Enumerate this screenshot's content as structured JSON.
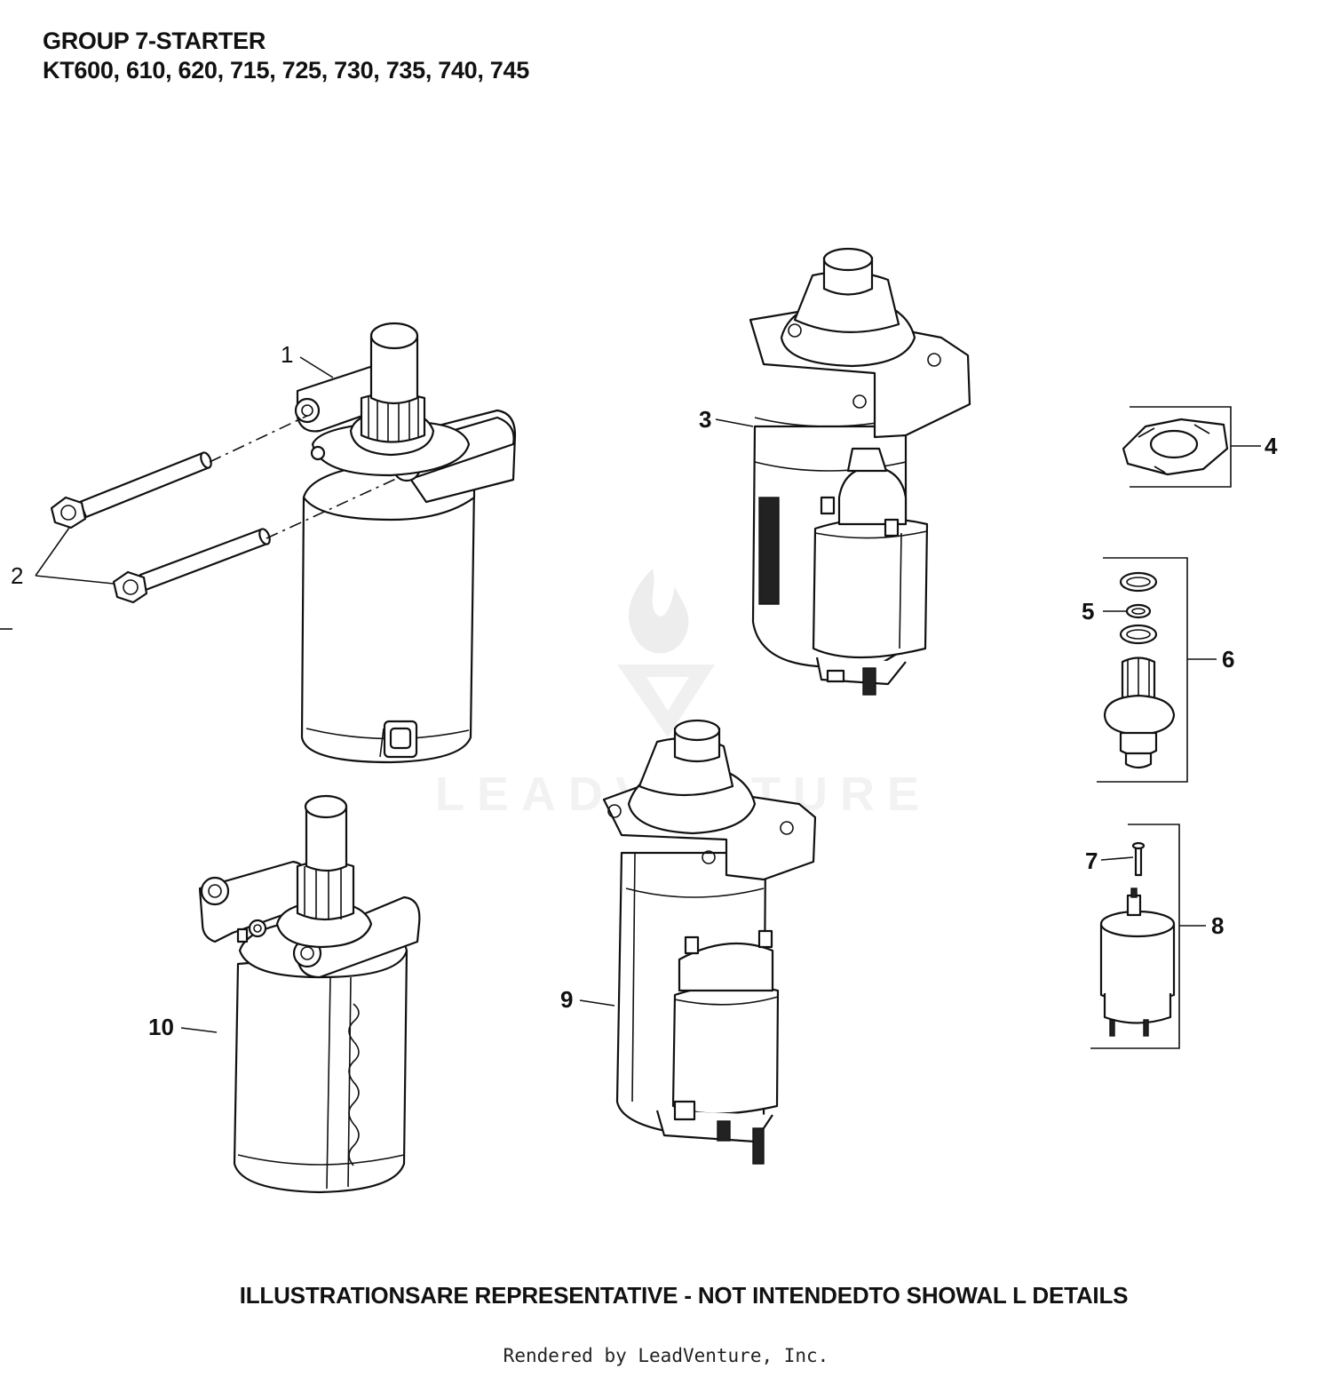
{
  "header": {
    "title_line1": "GROUP 7-STARTER",
    "title_line2": "KT600, 610, 620, 715, 725, 730, 735, 740, 745"
  },
  "callouts": [
    "1",
    "2",
    "3",
    "4",
    "5",
    "6",
    "7",
    "8",
    "9",
    "10"
  ],
  "watermark": {
    "brand_text": "LEADVENTURE"
  },
  "disclaimer": "ILLUSTRATIONSARE REPRESENTATIVE - NOT INTENDEDTO SHOWAL L DETAILS",
  "footer": "Rendered by LeadVenture, Inc."
}
